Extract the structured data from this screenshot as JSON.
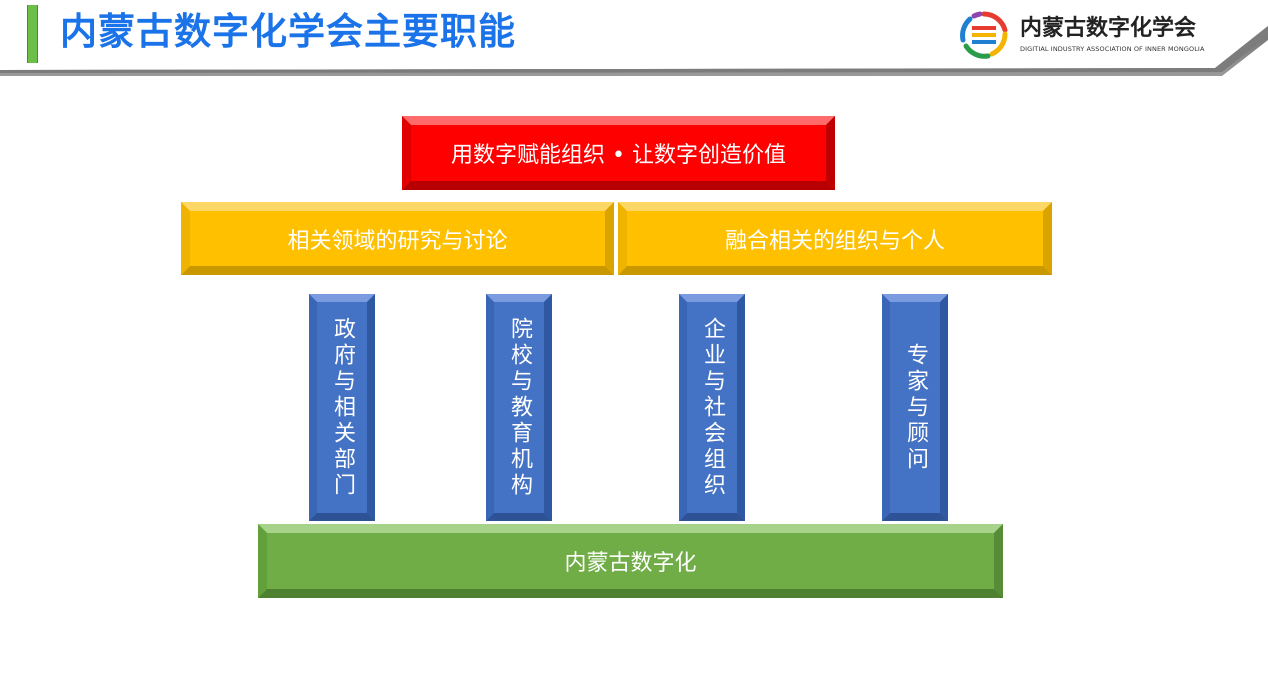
{
  "header": {
    "title": "内蒙古数字化学会主要职能",
    "title_color": "#1a73e8",
    "accent_color": "#6cc04a",
    "logo": {
      "icon": "digital-association-logo-icon",
      "name": "内蒙古数字化学会",
      "subtitle": "DIGITIAL INDUSTRY ASSOCIATION OF INNER MONGOLIA"
    }
  },
  "diagram": {
    "mission": {
      "label": "用数字赋能组织 • 让数字创造价值",
      "color": "#ff0000"
    },
    "pillars_top": [
      {
        "label": "相关领域的研究与讨论",
        "color": "#ffc000"
      },
      {
        "label": "融合相关的组织与个人",
        "color": "#ffc000"
      }
    ],
    "columns": [
      {
        "label": "政府与相关部门",
        "color": "#4472c4"
      },
      {
        "label": "院校与教育机构",
        "color": "#4472c4"
      },
      {
        "label": "企业与社会组织",
        "color": "#4472c4"
      },
      {
        "label": "专家与顾问",
        "color": "#4472c4"
      }
    ],
    "base": {
      "label": "内蒙古数字化",
      "color": "#70ad47"
    }
  }
}
